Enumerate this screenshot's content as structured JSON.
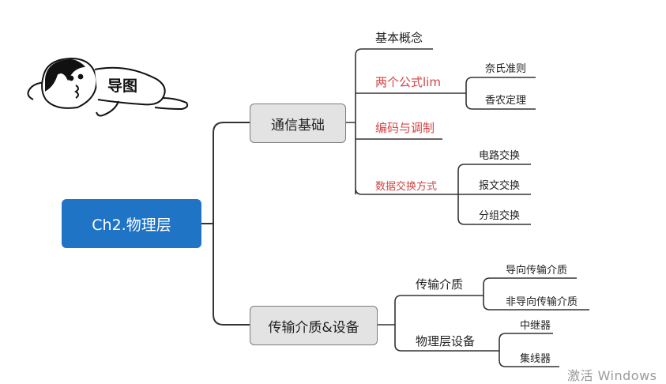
{
  "sticker": {
    "text": "导图",
    "icon": "lying-cartoon-person-icon"
  },
  "root": {
    "label": "Ch2.物理层",
    "color": "#1f74c6"
  },
  "branches": {
    "comm": {
      "label": "通信基础",
      "children": {
        "basic": "基本概念",
        "formula": {
          "label": "两个公式lim",
          "children": [
            "奈氏准则",
            "香农定理"
          ]
        },
        "coding": "编码与调制",
        "switching": {
          "label": "数据交换方式",
          "children": [
            "电路交换",
            "报文交换",
            "分组交换"
          ]
        }
      }
    },
    "media": {
      "label": "传输介质&设备",
      "children": {
        "medium": {
          "label": "传输介质",
          "children": [
            "导向传输介质",
            "非导向传输介质"
          ]
        },
        "device": {
          "label": "物理层设备",
          "children": [
            "中继器",
            "集线器"
          ]
        }
      }
    }
  },
  "colors": {
    "highlight": "#d24545",
    "line": "#333333",
    "node_fill": "#e3e3e3"
  },
  "watermark": "激活 Windows"
}
